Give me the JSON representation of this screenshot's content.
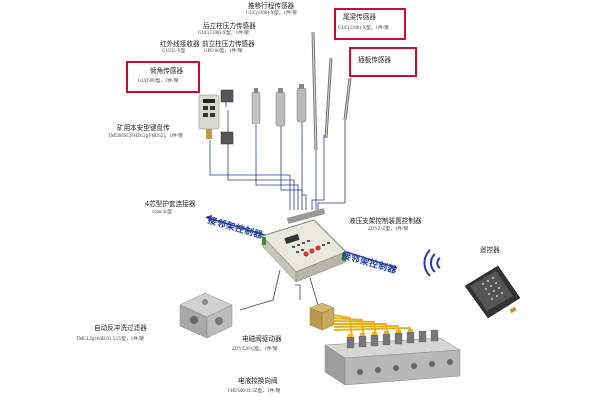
{
  "labels": {
    "push_travel_cn": "推移行程传感器",
    "push_travel_model": "GUC(1200)-X型，1件/架",
    "rear_pillar_cn": "后立柱压力传感器",
    "rear_pillar_model": "GUC(1200)-X型，1件/架",
    "tail_beam_cn": "尾梁传感器",
    "tail_beam_model": "GUC(1200)-X型，1件/架",
    "ir_receiver_cn": "红外线接收器",
    "ir_receiver_model": "GUJ35-X型",
    "front_pillar_cn": "前立柱压力传感器",
    "front_pillar_model": "GPD 60型，1件/架",
    "tilt_cn": "倾角传感器",
    "tilt_model": "GUD900型，2件/架",
    "insert_plate_cn": "插板传感器",
    "keyboard_cn": "矿用本安型键盘传",
    "keyboard_model": "TMDS8SC(FHD12)[FHD52]，1件/架",
    "connector_cn": "4芯型护套连接器",
    "connector_model": "conn/4c型",
    "band_left": "接邻架控制器",
    "band_right": "接邻架控制器",
    "hydraulic_ctrl_cn": "液压支架控制装置控制器",
    "hydraulic_ctrl_model": "ZDYZ-Z型，1件/架",
    "remote_cn": "遥控器",
    "filter_cn": "自动反冲洗过滤器",
    "filter_model": "TMGLQ(160B)31.5/25型，1件/架",
    "solenoid_driver_cn": "电磁阀驱动器",
    "solenoid_driver_model": "ZDYZ26-Q型，1件/架",
    "valve_cn": "电液控换向阀",
    "valve_model": "FHD500/31.5Z型，1件/架"
  },
  "highlights": [
    "tail_beam",
    "tilt",
    "insert_plate"
  ],
  "colors": {
    "highlight_border": "#c8102e",
    "cable": "#2b3b9a",
    "band_text": "#1f3fa8",
    "controller_body": "#e8e8dc",
    "controller_button_red": "#d8322e",
    "connector_green": "#3f8a3a",
    "valve_body": "#c9c9c9",
    "cable_bundle_yellow": "#e6b422"
  },
  "icons": [
    "pressure-sensor-icon",
    "rod-sensor-icon",
    "tilt-sensor-icon",
    "keyboard-icon",
    "controller-icon",
    "remote-control-icon",
    "wireless-signal-icon",
    "filter-icon",
    "solenoid-driver-icon",
    "valve-block-icon"
  ]
}
